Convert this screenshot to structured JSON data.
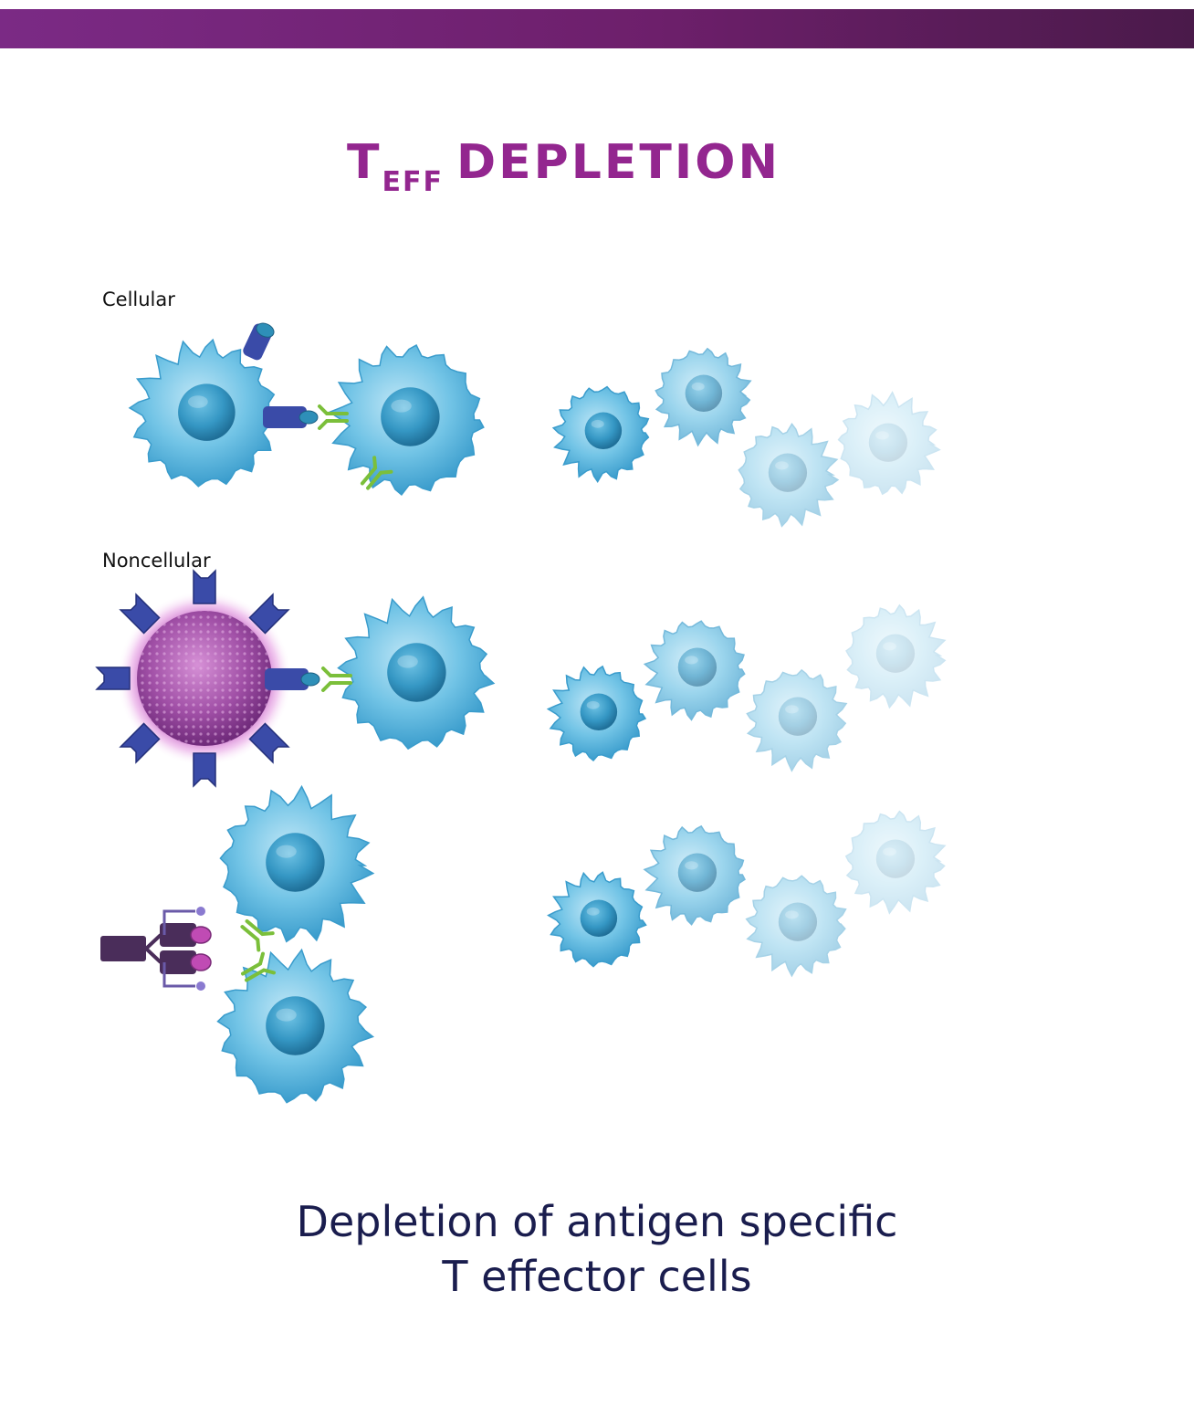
{
  "header": {
    "accent_color": "#6d1f6b"
  },
  "title": {
    "main": "T",
    "subscript": "EFF",
    "rest": "DEPLETION",
    "color": "#93268f"
  },
  "sections": {
    "cellular": "Cellular",
    "noncellular": "Noncellular"
  },
  "caption": {
    "line1": "Depletion of antigen specific",
    "line2": "T effector cells",
    "color": "#1a1d4e"
  },
  "colors": {
    "t_cell": "#5bb8dc",
    "t_cell_nucleus": "#2e8fb8",
    "receptor": "#3a4ba8",
    "tcr": "#7bbf3a",
    "nanoparticle": "#a855a8",
    "fusion_protein": "#4a2d5a"
  }
}
